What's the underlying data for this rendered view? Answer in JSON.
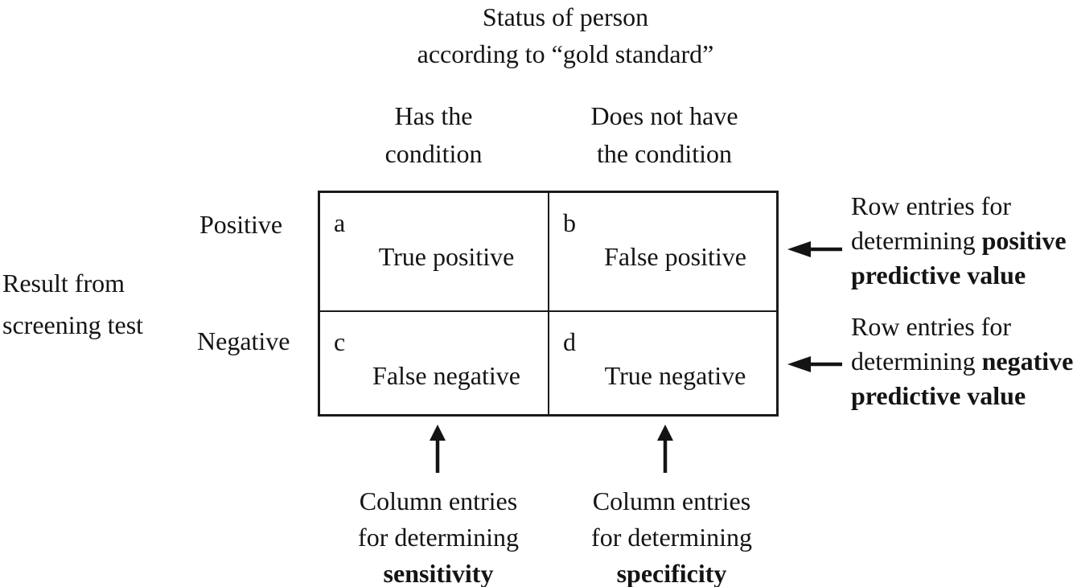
{
  "title": {
    "line1": "Status of person",
    "line2": "according to “gold standard”"
  },
  "left_axis_label": {
    "line1": "Result from",
    "line2": "screening test"
  },
  "column_headers": [
    {
      "line1": "Has the",
      "line2": "condition"
    },
    {
      "line1": "Does not have",
      "line2": "the condition"
    }
  ],
  "row_labels": [
    "Positive",
    "Negative"
  ],
  "table": {
    "cells": [
      {
        "letter": "a",
        "label": "True positive"
      },
      {
        "letter": "b",
        "label": "False positive"
      },
      {
        "letter": "c",
        "label": "False negative"
      },
      {
        "letter": "d",
        "label": "True negative"
      }
    ]
  },
  "row_annotations": [
    {
      "line1": "Row entries for",
      "line2_regular": "determining ",
      "line2_bold": "positive",
      "line3_bold": "predictive value"
    },
    {
      "line1": "Row entries for",
      "line2_regular": "determining ",
      "line2_bold": "negative",
      "line3_bold": "predictive value"
    }
  ],
  "column_annotations": [
    {
      "line1": "Column entries",
      "line2": "for determining",
      "line3_bold": "sensitivity"
    },
    {
      "line1": "Column entries",
      "line2": "for determining",
      "line3_bold": "specificity"
    }
  ],
  "colors": {
    "text": "#141414",
    "border": "#1a1a1a",
    "background": "#ffffff"
  }
}
